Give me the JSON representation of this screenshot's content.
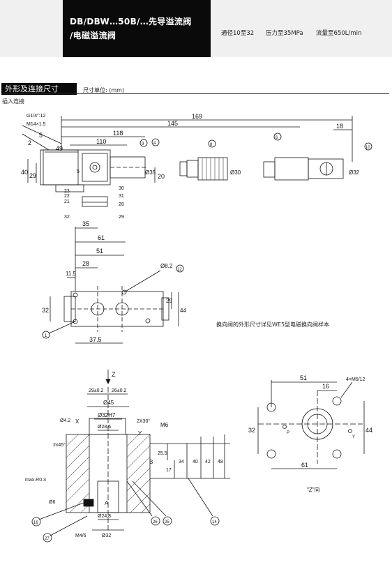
{
  "header": {
    "title_line1": "DB/DBW…50B/…先导溢流阀",
    "title_line2": "/电磁溢流阀",
    "specs": [
      "通径10至32",
      "压力至35MPa",
      "流量至650L/min"
    ]
  },
  "section": {
    "title": "外形及连接尺寸",
    "unit_note": "尺寸单位: (mm)",
    "subtitle": "插入连接"
  },
  "note": "换向阀的外形尺寸详见WE5型电磁换向阀样本",
  "drawing1": {
    "dims": [
      "169",
      "145",
      "118",
      "110",
      "49",
      "5",
      "2",
      "40",
      "29",
      "20",
      "Ø35",
      "Ø30",
      "Ø32",
      "18",
      "5"
    ],
    "callouts": [
      "9",
      "8",
      "6",
      "4",
      "10"
    ],
    "labels": [
      "G1/4\":12",
      "M14×1.5",
      "23",
      "21",
      "28",
      "29",
      "30",
      "31",
      "32",
      "22"
    ]
  },
  "drawing2": {
    "dims": [
      "35",
      "61",
      "51",
      "28",
      "11.5",
      "Ø8.2",
      "32",
      "29",
      "44",
      "37.5"
    ],
    "callouts": [
      "12",
      "1"
    ]
  },
  "drawing3": {
    "dims": [
      "Z",
      "29±0.2",
      "26±0.2",
      "Ø45",
      "Ø32H7",
      "Ø28.6",
      "Ø4.2",
      "2X30°",
      "M6",
      "25.5",
      "17",
      "34",
      "40",
      "42",
      "48",
      "Ø24.8",
      "Ø32",
      "M4/6",
      "Ø6"
    ],
    "labels": [
      "X",
      "Y",
      "B",
      "A",
      "2x45°",
      "max.R0.3"
    ],
    "callouts": [
      "16",
      "27",
      "26",
      "25",
      "14"
    ]
  },
  "drawing4": {
    "dims": [
      "51",
      "16",
      "32",
      "44",
      "61"
    ],
    "labels": [
      "4×M6/12",
      "\"Z\"向",
      "P",
      "Y"
    ]
  }
}
